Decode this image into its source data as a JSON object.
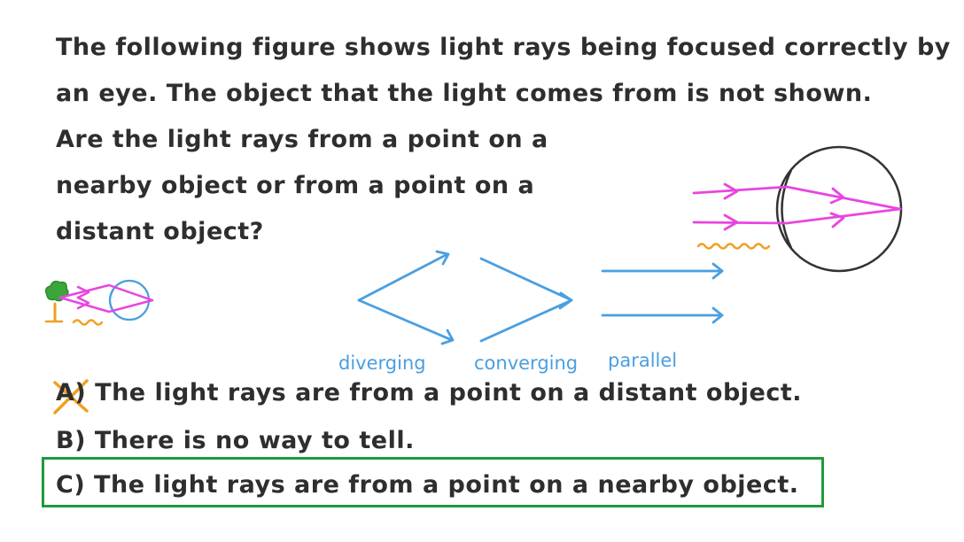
{
  "question": {
    "line1": "The following figure shows light rays being focused correctly by",
    "line2": "an eye. The object that the light comes from is not shown.",
    "line3": "Are the light rays from a point on a",
    "line4": "nearby object or from a point on a",
    "line5": "distant object?"
  },
  "labels": {
    "diverging": "diverging",
    "converging": "converging",
    "parallel": "parallel"
  },
  "options": {
    "a_prefix": "A)",
    "a_text": "The light rays are from a point on a distant object.",
    "b": "B) There is no way to tell.",
    "c": "C) The light rays are from a point on a nearby object."
  },
  "colors": {
    "ray_magenta": "#e845e0",
    "ray_blue": "#4a9fe0",
    "eye_outline": "#333333",
    "squiggle_orange": "#f0a020",
    "tree_green": "#3aa63a",
    "box_green": "#1f9a3a",
    "cross_orange": "#f0a020"
  }
}
